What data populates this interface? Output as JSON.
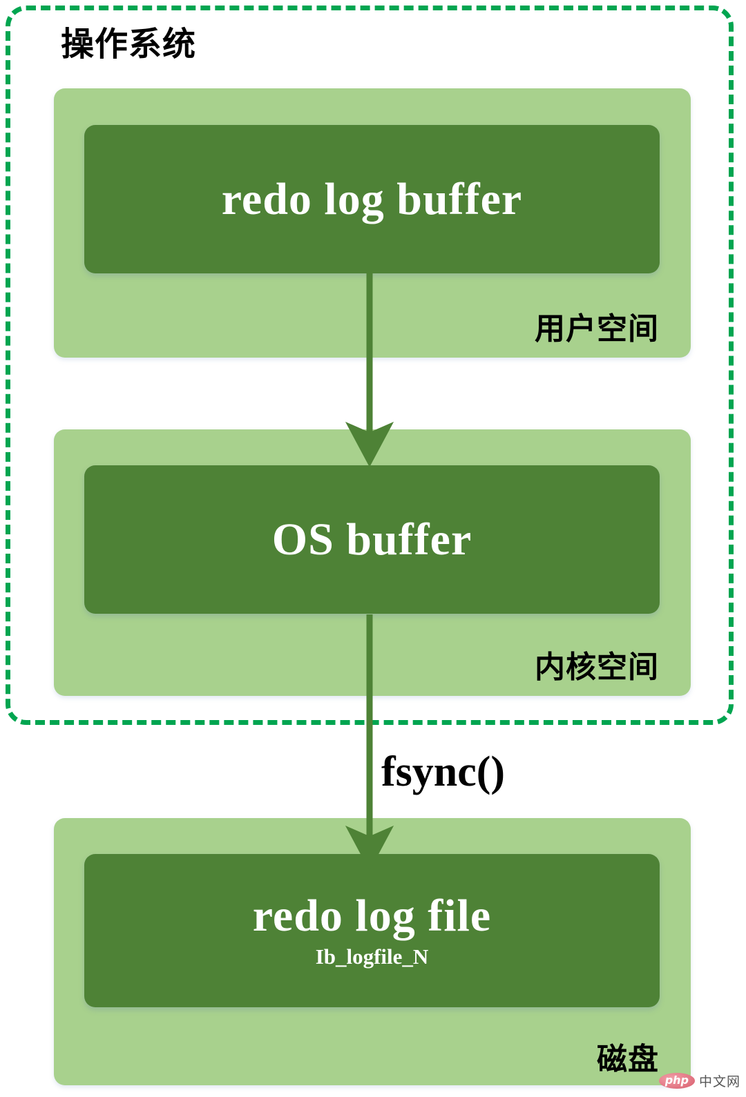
{
  "diagram": {
    "title": "操作系统",
    "boundary_style": "dashed",
    "colors": {
      "boundary": "#00A550",
      "panel": "#A8D18D",
      "box": "#4E8236",
      "box_text": "#FFFFFF",
      "label_text": "#000000",
      "background": "#FFFFFF"
    }
  },
  "sections": [
    {
      "box_title": "redo log buffer",
      "box_subtitle": "",
      "space_label": "用户空间"
    },
    {
      "box_title": "OS buffer",
      "box_subtitle": "",
      "space_label": "内核空间"
    },
    {
      "box_title": "redo log file",
      "box_subtitle": "Ib_logfile_N",
      "space_label": "磁盘"
    }
  ],
  "arrows": [
    {
      "label": "",
      "from": "redo log buffer",
      "to": "OS buffer"
    },
    {
      "label": "fsync()",
      "from": "OS buffer",
      "to": "redo log file"
    }
  ],
  "watermark": {
    "badge": "php",
    "text": "中文网"
  }
}
